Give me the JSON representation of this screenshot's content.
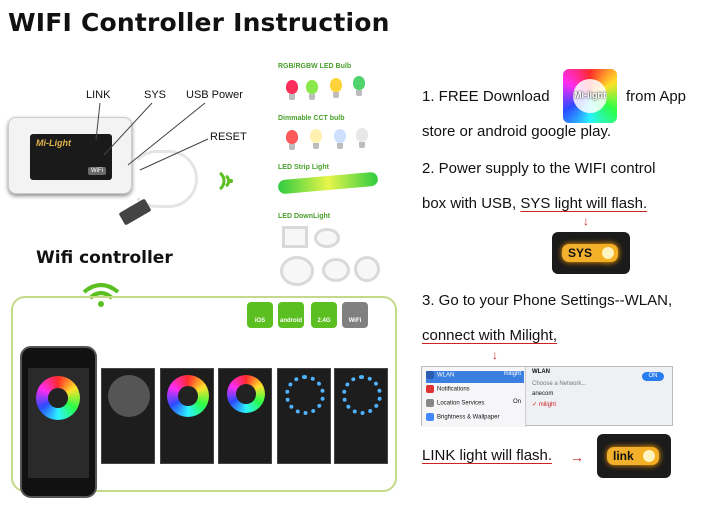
{
  "title": "WIFI Controller Instruction",
  "device": {
    "callouts": {
      "link": "LINK",
      "sys": "SYS",
      "usb_power": "USB Power",
      "reset": "RESET"
    },
    "label_brand": "Mi-Light",
    "label_badge": "WiFi",
    "caption": "Wifi controller"
  },
  "bulb_categories": {
    "rgb": "RGB/RGBW LED Bulb",
    "cct": "Dimmable CCT bulb",
    "strip": "LED Strip Light",
    "downlight": "LED DownLight"
  },
  "badges": [
    "iOS",
    "android",
    "2.4G",
    "WiFi"
  ],
  "steps": {
    "step1_a": "1. FREE Download",
    "step1_b": "from App",
    "step1_c": "store or android google play.",
    "step2_a": "2. Power supply to the WIFI control",
    "step2_b_plain": "box with USB,",
    "step2_b_under": "SYS light will flash.",
    "step3_a": "3. Go to your Phone Settings--WLAN,",
    "step3_b": "connect with Milight,",
    "link_flash": "LINK light will flash."
  },
  "app_icon_text": "Mi-light",
  "sys_badge": "SYS",
  "link_badge": "link",
  "settings": {
    "sidebar": [
      "WLAN",
      "Notifications",
      "Location Services",
      "Brightness & Wallpaper"
    ],
    "sidebar_wlan_value": "milight",
    "sidebar_location_value": "On",
    "main_title": "WLAN",
    "toggle": "ON",
    "choose": "Choose a Network...",
    "networks": [
      "anecom",
      "milight"
    ]
  },
  "colors": {
    "accent_red": "#cc2222",
    "panel_border": "#c5d98a",
    "green_label": "#4aa02c",
    "wifi_green": "#5bbf21"
  }
}
